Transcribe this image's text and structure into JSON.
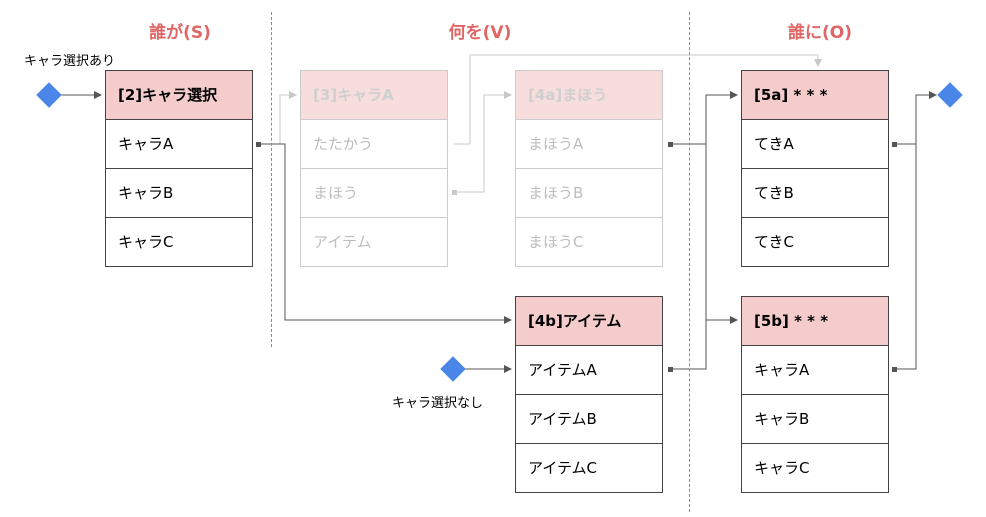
{
  "columns": {
    "subject": "誰が(S)",
    "verb": "何を(V)",
    "object": "誰に(O)"
  },
  "start_with_chara": "キャラ選択あり",
  "start_without_chara": "キャラ選択なし",
  "box_chara_select": {
    "title": "[2]キャラ選択",
    "rows": [
      "キャラA",
      "キャラB",
      "キャラC"
    ]
  },
  "box_chara_a": {
    "title": "[3]キャラA",
    "rows": [
      "たたかう",
      "まほう",
      "アイテム"
    ]
  },
  "box_magic": {
    "title": "[4a]まほう",
    "rows": [
      "まほうA",
      "まほうB",
      "まほうC"
    ]
  },
  "box_item": {
    "title": "[4b]アイテム",
    "rows": [
      "アイテムA",
      "アイテムB",
      "アイテムC"
    ]
  },
  "box_target_enemy": {
    "title": "[5a] * * *",
    "rows": [
      "てきA",
      "てきB",
      "てきC"
    ]
  },
  "box_target_chara": {
    "title": "[5b] * * *",
    "rows": [
      "キャラA",
      "キャラB",
      "キャラC"
    ]
  },
  "colors": {
    "header_fill": "#f4cccc",
    "column_label": "#e06666",
    "terminal": "#4a86e8",
    "inactive": "#cccccc"
  },
  "inactive_boxes": [
    "box_chara_a",
    "box_magic"
  ]
}
